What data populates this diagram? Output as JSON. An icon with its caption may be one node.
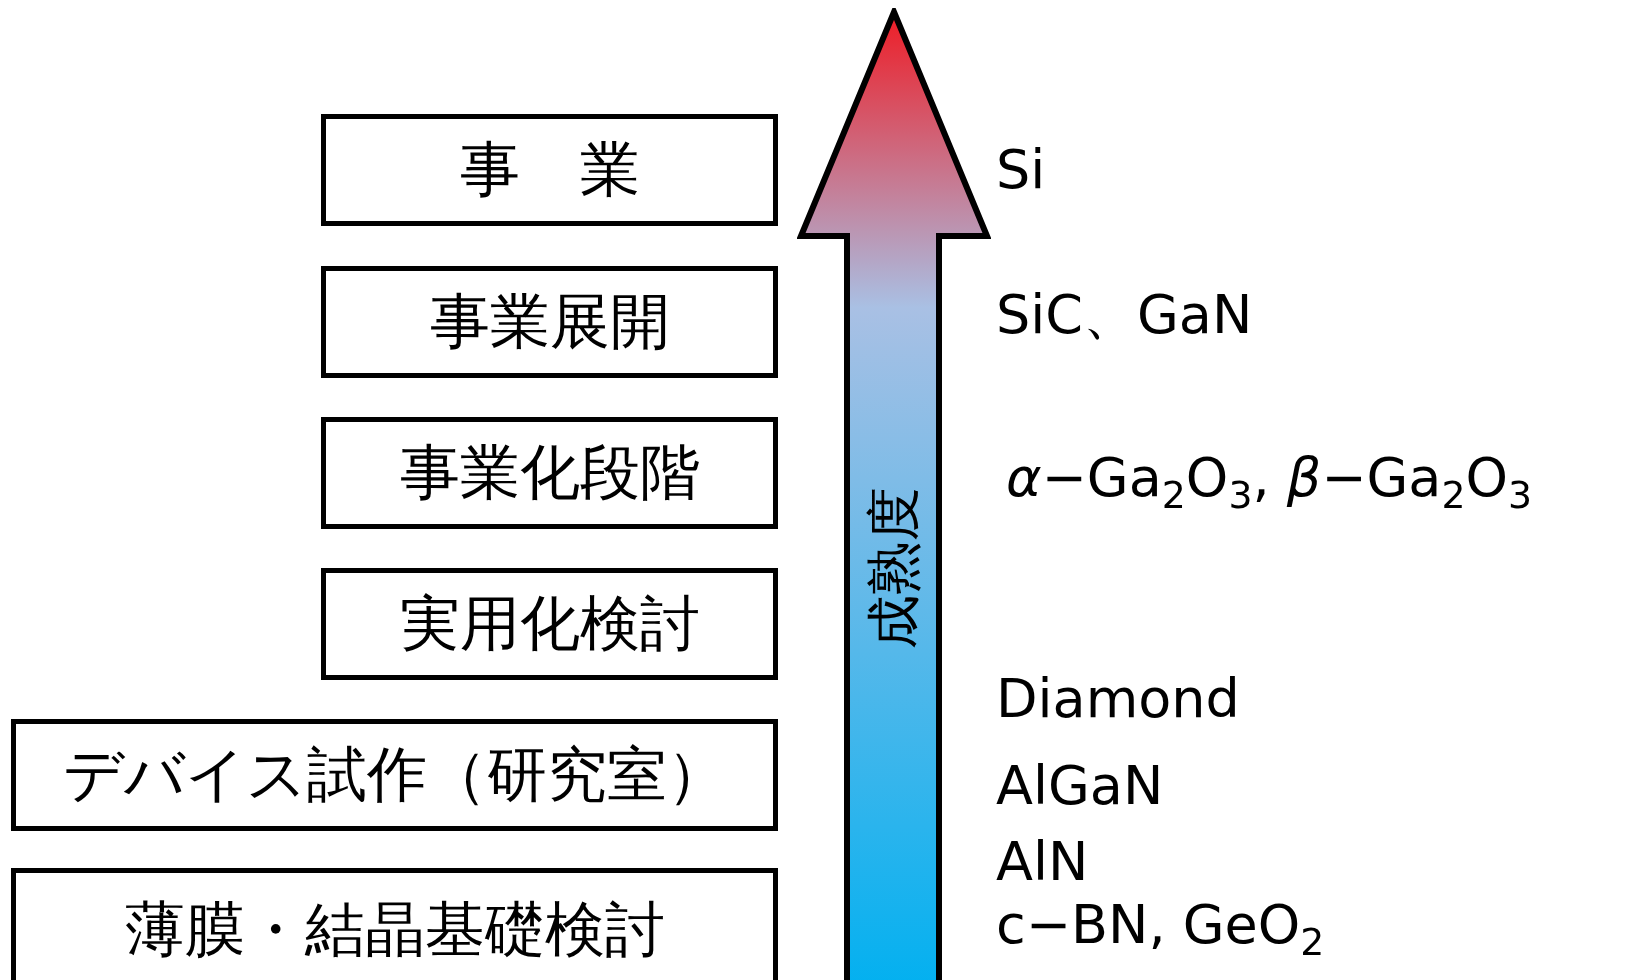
{
  "diagram": {
    "nodes": [
      {
        "text": [
          "事　業"
        ]
      },
      {
        "text": [
          "事業展開"
        ]
      },
      {
        "text": [
          "事業化段階"
        ]
      },
      {
        "text": [
          "実用化検討"
        ]
      },
      {
        "text": [
          "デバイス試作（研究室）"
        ]
      },
      {
        "text": [
          "薄膜・結晶基礎検討"
        ]
      },
      {
        "text": [
          "成熟度"
        ]
      }
    ],
    "labels": [
      "Si",
      "SiC、GaN",
      "*α*−Ga$_{2}$O$_{3}$, *β*−Ga$_{2}$O$_{3}$",
      "Diamond",
      "AlGaN",
      "AlN",
      "c−BN, GeO$_{2}$"
    ]
  }
}
